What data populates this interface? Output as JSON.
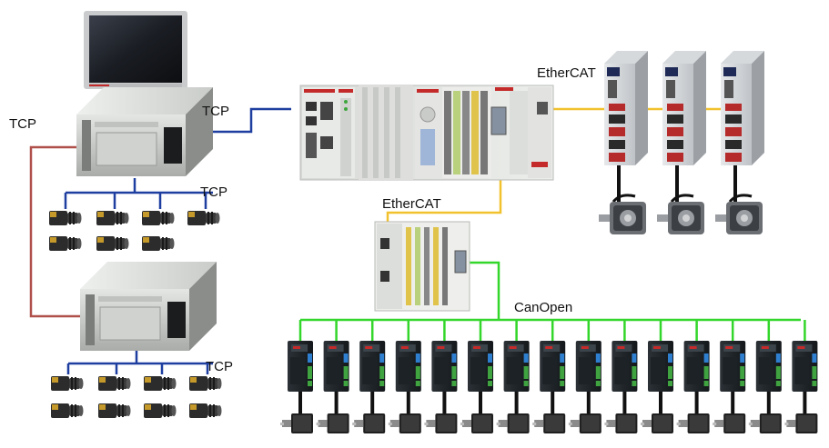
{
  "labels": {
    "tcp_left": "TCP",
    "tcp_hmi": "TCP",
    "tcp_cam_top": "TCP",
    "tcp_cam_bottom": "TCP",
    "ethercat_top": "EtherCAT",
    "ethercat_mid": "EtherCAT",
    "canopen": "CanOpen"
  },
  "colors": {
    "tcp_link": "#1f3fa0",
    "ethercat_link": "#f2c12e",
    "canopen_link": "#33d62a",
    "pc_to_pc_link": "#b0504a"
  },
  "icons": {
    "hmi": "touch-panel-icon",
    "industrial_pc": "industrial-pc-icon",
    "camera": "industrial-camera-icon",
    "plc": "plc-rack-icon",
    "servo_drive": "servo-drive-icon",
    "servo_motor": "servo-motor-icon",
    "io_module": "io-coupler-icon",
    "stepper_driver": "stepper-driver-icon",
    "stepper_motor": "stepper-motor-icon"
  }
}
